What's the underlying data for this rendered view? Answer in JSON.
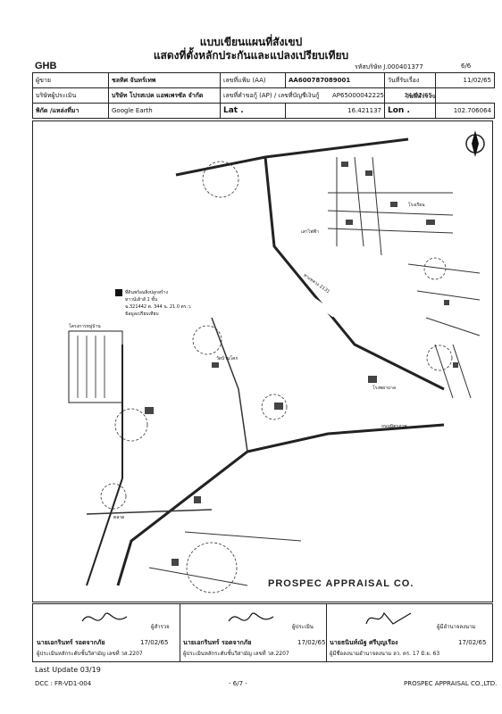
{
  "header": {
    "title": "แบบเขียนแผนที่สังเขป",
    "subtitle": "แสดงที่ตั้งหลักประกันและแปลงเปรียบเทียบ",
    "ghb": "GHB",
    "ref": "รหัสบริษัท J.000401377",
    "page": "6/6"
  },
  "info": {
    "owner_label": "ผู้ขาย",
    "owner_value": "ชลทิศ จันทร์เทพ",
    "file_label": "เลขที่แฟ้ม (AA)",
    "file_value": "AA600787089001",
    "recv_label": "วันที่รับเรื่อง",
    "recv_value": "11/02/65",
    "company_label": "บริษัทผู้ประเมิน",
    "company_value": "บริษัท โปรสเปค แอพเพรซัล จำกัด",
    "ap_label": "เลขที่คำขอกู้ (AP) / เลขที่บัญชีเงินกู้",
    "ap_value": "AP65000042225",
    "survey_label": "วันที่สำรวจ",
    "survey_value": "14/02/65",
    "location_label": "พิกัด /แหล่งที่มา",
    "location_source": "Google Earth",
    "lat_label": "Lat .",
    "lat_value": "16.421137",
    "lon_label": "Lon .",
    "lon_value": "102.706064"
  },
  "map": {
    "legend_line1": "ที่ดินพร้อมสิ่งปลูกสร้าง",
    "legend_line2": "ทาวน์เฮ้าส์ 1 ชั้น",
    "legend_line3": "ฉ.321442 ต. 344 น. 21.0 ตร.ว.",
    "legend_line4": "ข้อมูลเปรียบเทียบ",
    "label_project": "โครงการหมู่บ้าน",
    "label_highway": "ทางหลวง 2131",
    "label_pole": "เสาไฟฟ้า",
    "label_school": "โรงเรียน",
    "label_temple": "วัดบ้านโคก",
    "label_road": "ถนนมิตรภาพ",
    "label_market": "ตลาด",
    "label_hospital": "โรงพยาบาล",
    "north": "N"
  },
  "stamp": "PROSPEC APPRAISAL CO.",
  "signatures": [
    {
      "role": "ผู้สำรวจ",
      "name": "นายเอกรินทร์ รอดจากภัย",
      "date": "17/02/65",
      "cap": "ผู้ประเมินหลักระดับชั้นวิสามัญ เลขที่ วส.2207"
    },
    {
      "role": "ผู้ประเมิน",
      "name": "นายเอกรินทร์ รอดจากภัย",
      "date": "17/02/65",
      "cap": "ผู้ประเมินหลักระดับชั้นวิสามัญ เลขที่ วส.2207"
    },
    {
      "role": "ผู้มีอำนาจลงนาม",
      "name": "นายธนินท์ณัฐ ศรีบุญเรือง",
      "date": "17/02/65",
      "cap": "ผู้มีชื่อลงนามอำนาจลงนาม ลว. ตร. 17 มิ.ย. 63"
    }
  ],
  "footer": {
    "last_update": "Last Update 03/19",
    "doc_code": "DCC : FR-VD1-004",
    "page": "- 6/7 -",
    "company": "PROSPEC APPRAISAL CO.,LTD."
  }
}
